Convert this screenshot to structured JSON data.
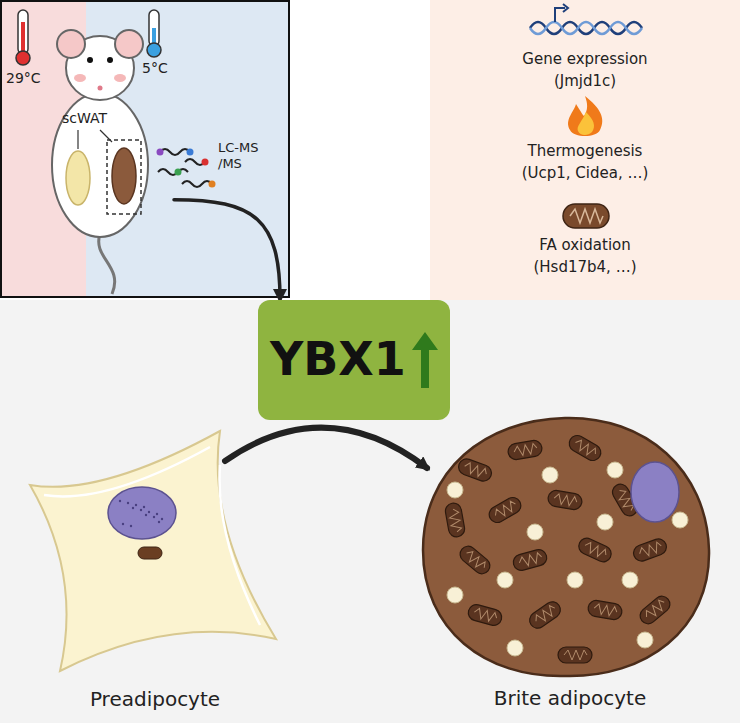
{
  "diagram": {
    "nodes": [
      {
        "text": [
          "29°C",
          "5°C",
          "scWAT",
          "LC-MS /MS"
        ]
      },
      {
        "text": [
          "Gene expression",
          "(Jmjd1c)",
          "Thermogenesis",
          "(Ucp1, Cidea, …)",
          "FA oxidation",
          "(Hsd17b4, …)"
        ]
      },
      {
        "text": [
          "YBX1"
        ]
      },
      {
        "text": [
          "Preadipocyte"
        ]
      },
      {
        "text": [
          "Brite adipocyte"
        ]
      }
    ],
    "edges": [
      {
        "from": 0,
        "to": 2,
        "arrow": "to"
      },
      {
        "from": 3,
        "to": 4,
        "arrow": "to"
      }
    ]
  }
}
